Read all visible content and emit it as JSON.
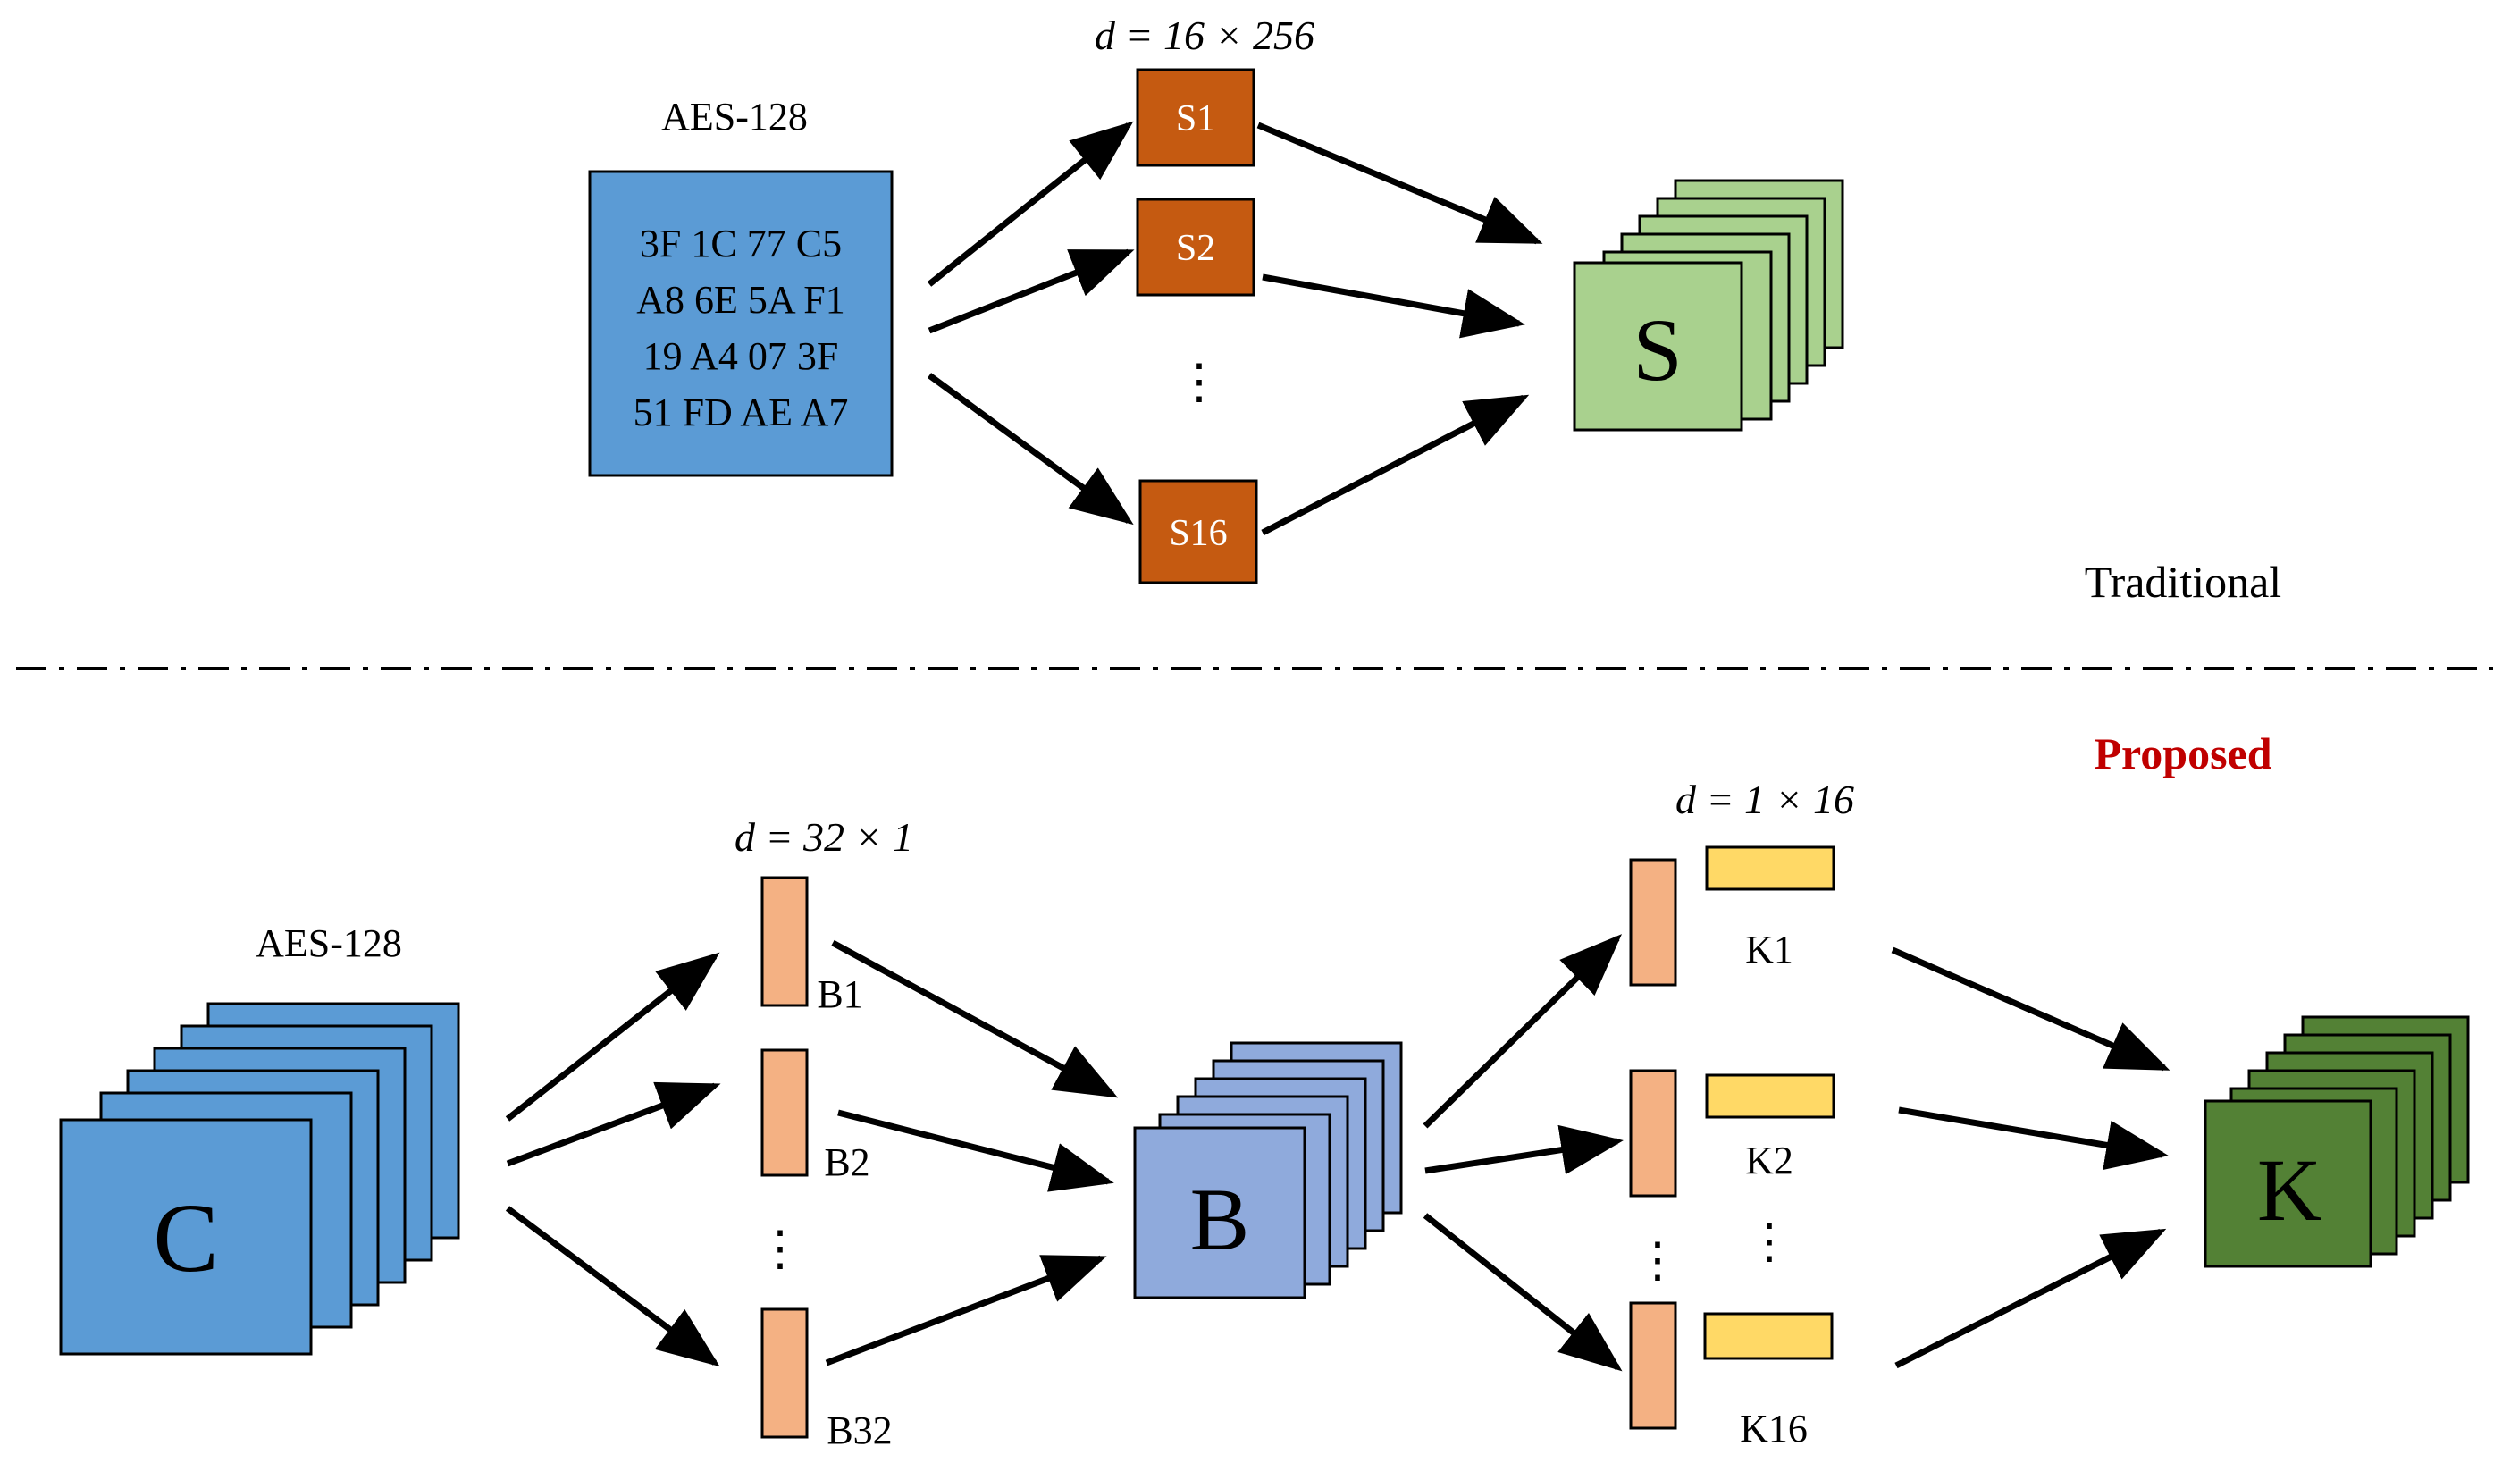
{
  "top": {
    "aes_label": "AES-128",
    "key_lines": [
      "3F 1C 77 C5",
      "A8 6E 5A F1",
      "19 A4 07 3F",
      "51 FD AE A7"
    ],
    "dim_label": "d = 16 × 256",
    "sboxes": [
      "S1",
      "S2",
      "S16"
    ],
    "ellipsis": "⋮",
    "stack_label": "S",
    "section_label": "Traditional"
  },
  "bottom": {
    "section_label": "Proposed",
    "aes_label": "AES-128",
    "input_label": "C",
    "dim_label_b": "d = 32 × 1",
    "b_items": [
      "B1",
      "B2",
      "B32"
    ],
    "b_stack_label": "B",
    "dim_label_k": "d = 1 × 16",
    "k_items": [
      "K1",
      "K2",
      "K16"
    ],
    "ellipsis": "⋮",
    "k_stack_label": "K"
  },
  "colors": {
    "aes_blue": "#5b9bd5",
    "sbox_orange": "#c55a11",
    "s_green": "#a9d18e",
    "b_blue": "#8faadc",
    "b_item_peach": "#f4b183",
    "k_yellow": "#ffd966",
    "k_green": "#538135",
    "proposed_red": "#c00000"
  }
}
